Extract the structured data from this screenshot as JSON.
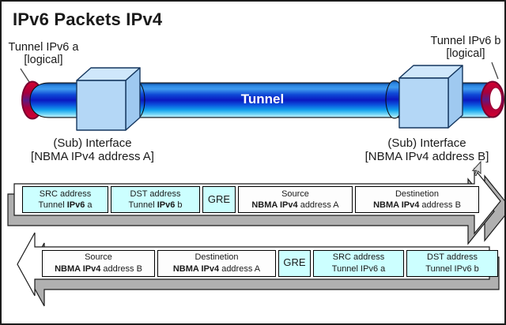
{
  "title": "IPv6 Packets IPv4",
  "diagram": {
    "endpoint_a_label": {
      "line1": "Tunnel IPv6 a",
      "line2": "[logical]"
    },
    "endpoint_b_label": {
      "line1": "Tunnel IPv6 b",
      "line2": "[logical]"
    },
    "tunnel_label": "Tunnel",
    "interface_a_label": {
      "line1": "(Sub) Interface",
      "line2": "[NBMA IPv4 address A]"
    },
    "interface_b_label": {
      "line1": "(Sub) Interface",
      "line2": "[NBMA IPv4 address B]"
    },
    "colors": {
      "tunnel_blue_dark": "#0a18c0",
      "tunnel_blue_light": "#6fd4f6",
      "ring_red": "#d40030",
      "cube_blue": "#b4d7f6",
      "header_highlight_cyan": "#ccffff",
      "extrusion_gray": "#b0b0b0"
    }
  },
  "packets": [
    {
      "name": "encapsulated-packet-a-to-b",
      "direction": "right",
      "cells": [
        {
          "highlight": true,
          "line1": "SRC address",
          "line2": [
            {
              "t": "Tunnel ",
              "b": false
            },
            {
              "t": "IPv6",
              "b": true
            },
            {
              "t": " a",
              "b": false
            }
          ]
        },
        {
          "highlight": true,
          "line1": "DST address",
          "line2": [
            {
              "t": "Tunnel ",
              "b": false
            },
            {
              "t": "IPv6",
              "b": true
            },
            {
              "t": " b",
              "b": false
            }
          ]
        },
        {
          "highlight": true,
          "single": "GRE"
        },
        {
          "highlight": false,
          "line1": "Source",
          "line2": [
            {
              "t": "NBMA IPv4",
              "b": true
            },
            {
              "t": " address A",
              "b": false
            }
          ]
        },
        {
          "highlight": false,
          "line1": "Destinetion",
          "line2": [
            {
              "t": "NBMA IPv4",
              "b": true
            },
            {
              "t": " address B",
              "b": false
            }
          ]
        }
      ]
    },
    {
      "name": "encapsulated-packet-b-to-a",
      "direction": "left",
      "cells": [
        {
          "highlight": false,
          "line1": "Source",
          "line2": [
            {
              "t": "NBMA IPv4",
              "b": true
            },
            {
              "t": " address B",
              "b": false
            }
          ]
        },
        {
          "highlight": false,
          "line1": "Destinetion",
          "line2": [
            {
              "t": "NBMA IPv4",
              "b": true
            },
            {
              "t": " address A",
              "b": false
            }
          ]
        },
        {
          "highlight": true,
          "single": "GRE"
        },
        {
          "highlight": true,
          "line1": "SRC address",
          "line2": [
            {
              "t": "Tunnel IPv6 a",
              "b": false
            }
          ]
        },
        {
          "highlight": true,
          "line1": "DST address",
          "line2": [
            {
              "t": "Tunnel IPv6 b",
              "b": false
            }
          ]
        }
      ]
    }
  ]
}
